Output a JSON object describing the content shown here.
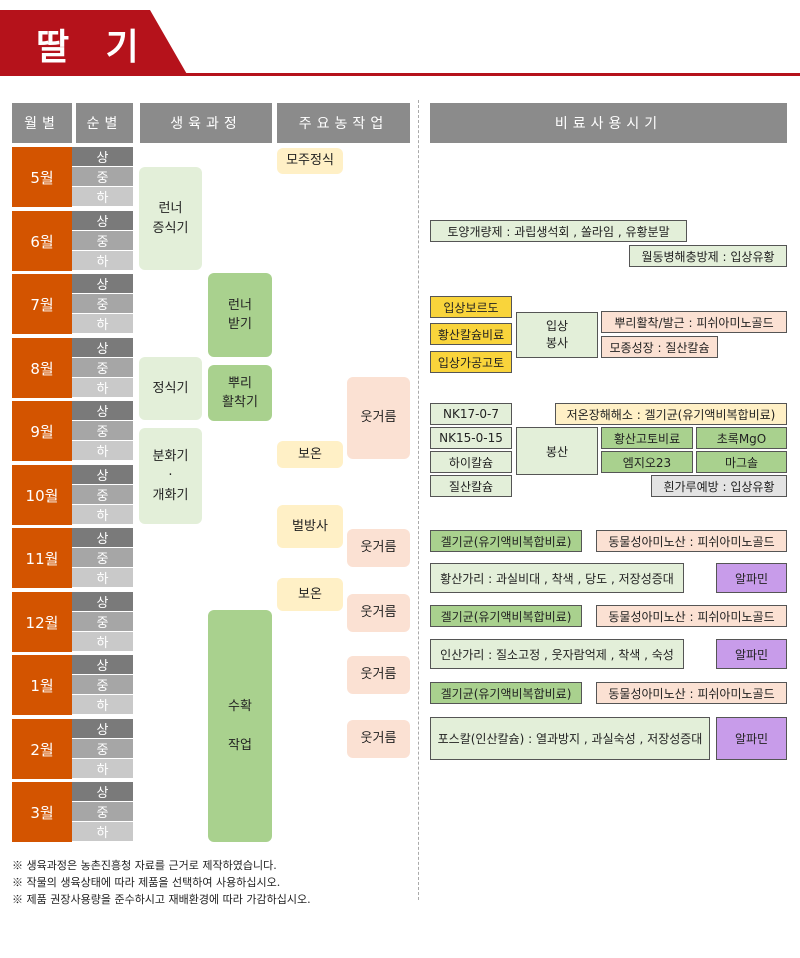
{
  "title": "딸 기",
  "headers": [
    "월별",
    "순별",
    "생육과정",
    "주요농작업",
    "비료사용시기"
  ],
  "months": [
    "5월",
    "6월",
    "7월",
    "8월",
    "9월",
    "10월",
    "11월",
    "12월",
    "1월",
    "2월",
    "3월"
  ],
  "tiers": [
    "상",
    "중",
    "하"
  ],
  "growth": {
    "runner_prop": "런너\n증식기",
    "planting": "정식기",
    "differentiation": "분화기\n·\n개화기",
    "runner_recv": "런너\n받기",
    "rooting": "뿌리\n활착기",
    "harvest": "수확\n\n작업"
  },
  "work": {
    "mother": "모주정식",
    "warm1": "보온",
    "vinyl": "벌방사",
    "warm2": "보온",
    "topdress": "웃거름"
  },
  "fert": {
    "soil": "토양개량제 : 과립생석회 , 쏠라임 , 유황분말",
    "winter_pest": "월동병해충방제 : 입상유황",
    "granule_boron": "입상보르도",
    "sulfate_potassium": "황산칼슘비료",
    "granule_processed": "입상가공고토",
    "granule_spread": "입상\n봉사",
    "rooting_fert": "뿌리활착/발근 : 피쉬아미노골드",
    "seedling": "모종성장 : 질산칼슘",
    "nk17": "NK17-0-7",
    "cold": "저온장해해소 : 겔기균(유기액비복합비료)",
    "nk15": "NK15-0-15",
    "spread": "봉산",
    "sulfate_mg": "황산고토비료",
    "green_mgo": "초록MgO",
    "hi_ca": "하이칼슘",
    "emzio": "엠지오23",
    "magsol": "마그솔",
    "nitrate_ca": "질산칼슘",
    "powdery": "흰가루예방 : 입상유황",
    "gel": "겔기균(유기액비복합비료)",
    "animal": "동물성아미노산 : 피쉬아미노골드",
    "sulfate_k": "황산가리 : 과실비대 , 착색 , 당도 , 저장성증대",
    "alpamin": "알파민",
    "phosphate_k": "인산가리 : 질소고정 , 웃자람억제 , 착색 , 숙성",
    "phoscal": "포스칼(인산칼슘) : 열과방지 , 과실숙성 , 저장성증대"
  },
  "notes": [
    "※ 생육과정은 농촌진흥청 자료를 근거로 제작하였습니다.",
    "※ 작물의 생육상태에 따라 제품을 선택하여 사용하십시오.",
    "※ 제품 권장사용량을 준수하시고 재배환경에 따라 가감하십시오."
  ]
}
